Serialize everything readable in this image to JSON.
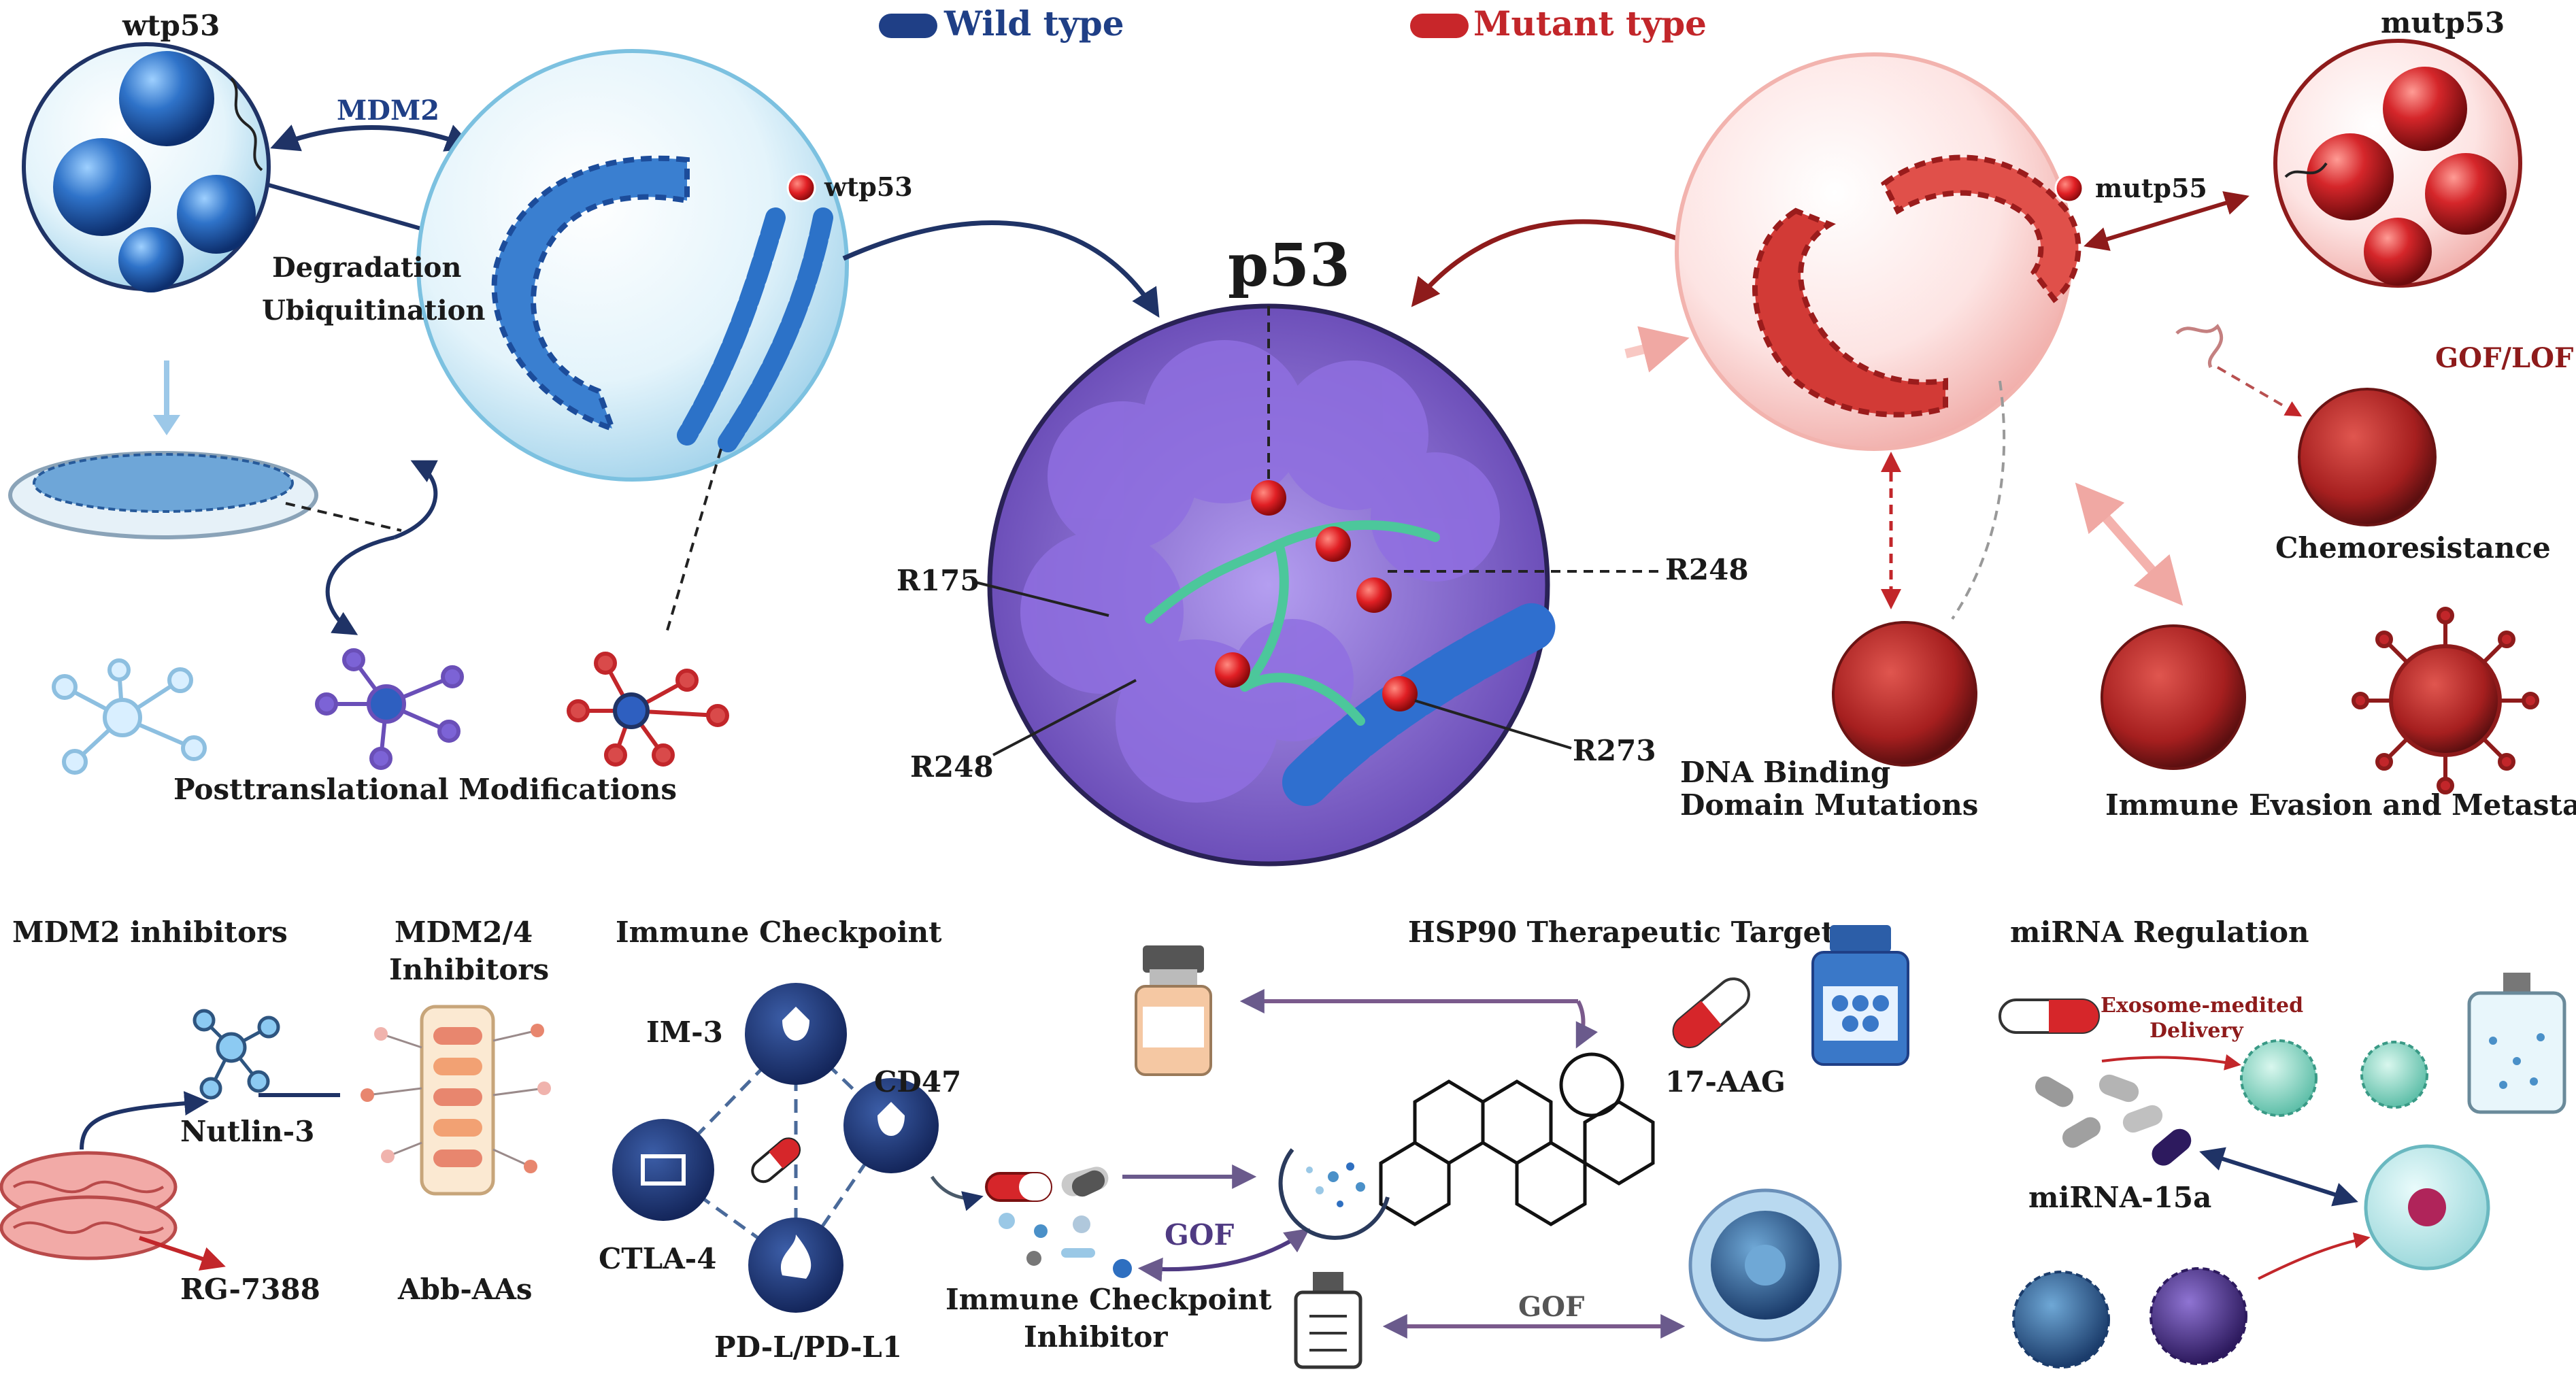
{
  "legend": {
    "wild_type": "Wild type",
    "mutant_type": "Mutant type",
    "wild_color": "#1f3f86",
    "mutant_color": "#c8262a"
  },
  "top_left": {
    "wtp53_title": "wtp53",
    "mdm2": "MDM2",
    "degradation": "Degradation",
    "ubiquitination": "Ubiquitination",
    "wtp53_marker": "wtp53",
    "ptm": "Posttranslational Modifications"
  },
  "center": {
    "title": "p53",
    "sites": [
      "R175",
      "R248",
      "R248",
      "R273"
    ]
  },
  "top_right": {
    "mutp53_title": "mutp53",
    "mutp55_marker": "mutp55",
    "gof_lof": "GOF/LOF",
    "chemoresistance": "Chemoresistance",
    "dna_binding_1": "DNA Binding",
    "dna_binding_2": "Domain Mutations",
    "immune_evasion": "Immune Evasion and Metastasis"
  },
  "bottom": {
    "mdm2_inhibitors": "MDM2 inhibitors",
    "mdm24_line1": "MDM2/4",
    "mdm24_line2": "Inhibitors",
    "nutlin": "Nutlin-3",
    "rg": "RG-7388",
    "abb": "Abb-AAs",
    "immune_checkpoint": "Immune Checkpoint",
    "im3": "IM-3",
    "cd47": "CD47",
    "ctla4": "CTLA-4",
    "pdl1": "PD-L/PD-L1",
    "ici_line1": "Immune Checkpoint",
    "ici_line2": "Inhibitor",
    "gof_left": "GOF",
    "gof_bottom": "GOF",
    "hsp90": "HSP90 Therapeutic Target",
    "aag": "17-AAG",
    "mirna_reg": "miRNA Regulation",
    "exosome_line1": "Exosome-medited",
    "exosome_line2": "Delivery",
    "mirna15a": "miRNA-15a"
  }
}
